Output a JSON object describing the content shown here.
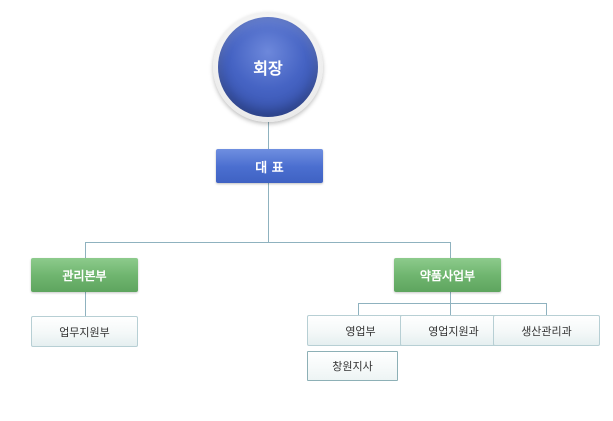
{
  "chairman": "회장",
  "ceo": "대 표",
  "divisions": [
    {
      "label": "관리본부",
      "teams": [
        "업무지원부"
      ]
    },
    {
      "label": "약품사업부",
      "teams": [
        "영업부",
        "영업지원과",
        "생산관리과"
      ],
      "branch": "창원지사"
    }
  ],
  "colors": {
    "chairman": "#4664c4",
    "ceo": "#4b6fd0",
    "division": "#6fb56f",
    "team_border": "#b7cfd4",
    "line": "#8fb2bf"
  }
}
